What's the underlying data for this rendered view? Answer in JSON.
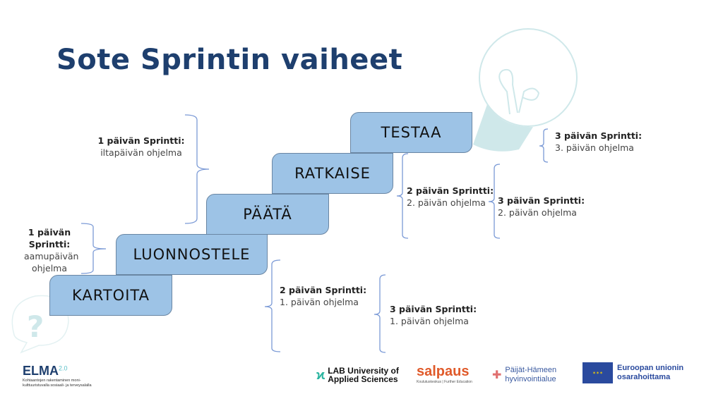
{
  "title": "Sote Sprintin vaiheet",
  "steps": [
    "KARTOITA",
    "LUONNOSTELE",
    "PÄÄTÄ",
    "RATKAISE",
    "TESTAA"
  ],
  "annotations": [
    {
      "heading": "1 päivän Sprintti:",
      "text": "iltapäivän ohjelma"
    },
    {
      "heading": "1 päivän Sprintti:",
      "text": "aamupäivän ohjelma"
    },
    {
      "heading": "2 päivän Sprintti:",
      "text": "1. päivän ohjelma"
    },
    {
      "heading": "3 päivän Sprintti:",
      "text": "1. päivän ohjelma"
    },
    {
      "heading": "2 päivän Sprintti:",
      "text": "2. päivän ohjelma"
    },
    {
      "heading": "3 päivän Sprintti:",
      "text": "2. päivän ohjelma"
    },
    {
      "heading": "3 päivän Sprintti:",
      "text": "3. päivän ohjelma"
    }
  ],
  "logos": {
    "elma": {
      "name": "ELMA",
      "version": "2.0",
      "tagline": "Kohtaantojen rakentaminen moni-kulttuuristuvalla sosiaali- ja terveysalalla"
    },
    "lab": "LAB University of Applied Sciences",
    "salpaus": {
      "name": "salpaus",
      "tagline": "Koulutuskeskus | Further Education"
    },
    "phhyky": "Päijät-Hämeen hyvinvointialue",
    "eu": "Euroopan unionin osarahoittama"
  },
  "colors": {
    "title": "#1e3f6e",
    "step_fill": "#9dc3e6",
    "brace": "#7b9ad6",
    "accent_pale": "#cfe8ea"
  }
}
